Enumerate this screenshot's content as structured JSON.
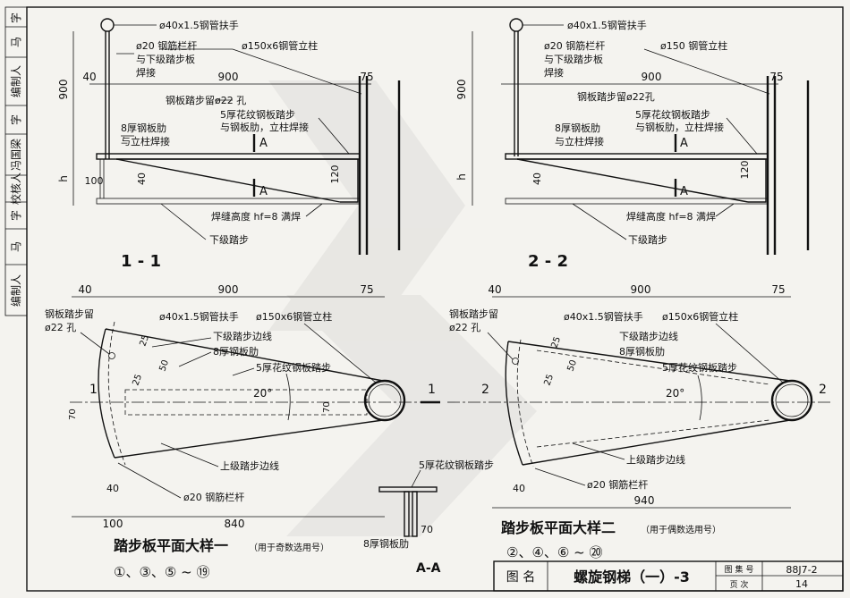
{
  "side_strip": [
    "字",
    "马",
    "编制人",
    "字",
    "冯国梁",
    "校核人",
    "字",
    "马",
    "编制人"
  ],
  "labels": {
    "handrail": "ø40x1.5钢管扶手",
    "baluster_l1": "ø20 钢筋栏杆",
    "baluster_l2": "与下级踏步板",
    "baluster_l3": "焊接",
    "column_a": "ø150x6钢管立柱",
    "column_b": "ø150 钢管立柱",
    "hole_a": "钢板踏步留ø22 孔",
    "hole_b": "钢板踏步留ø22孔",
    "rib_l1": "8厚钢板肋",
    "rib_l2": "与立柱焊接",
    "tread_l1": "5厚花纹钢板踏步",
    "tread_l2": "与钢板肋，立柱焊接",
    "weld": "焊缝高度 hf=8 满焊",
    "lower_step": "下级踏步",
    "section_A": "A",
    "dim_900": "900",
    "dim_75": "75",
    "dim_40": "40",
    "dim_h": "h",
    "dim_100": "100",
    "dim_120": "120",
    "sec1": "1 - 1",
    "sec2": "2 - 2",
    "plan_hole_l1": "钢板踏步留",
    "plan_hole_l2": "ø22 孔",
    "plan_handrail": "ø40x1.5钢管扶手",
    "plan_column": "ø150x6钢管立柱",
    "plan_lower_edge": "下级踏步边线",
    "plan_rib": "8厚钢板肋",
    "plan_tread": "5厚花纹钢板踏步",
    "plan_upper_edge": "上级踏步边线",
    "plan_baluster": "ø20 钢筋栏杆",
    "angle": "20°",
    "dim_25": "25",
    "dim_50": "50",
    "dim_70": "70",
    "dim_840": "840",
    "dim_940": "940",
    "cut_1": "1",
    "cut_2": "2",
    "aa_tread": "5厚花纹钢板踏步",
    "aa_rib": "8厚钢板肋",
    "aa_title": "A-A",
    "plan1_title": "踏步板平面大样一",
    "plan1_note": "（用于奇数选用号）",
    "plan1_nums": "①、③、⑤ ~ ⑲",
    "plan2_title": "踏步板平面大样二",
    "plan2_note": "（用于偶数选用号）",
    "plan2_nums": "②、④、⑥ ~ ⑳"
  },
  "title_block": {
    "label": "图 名",
    "name": "螺旋钢梯（一）-3",
    "atlas_label": "图 集 号",
    "atlas_value": "88J7-2",
    "page_label": "页    次",
    "page_value": "14"
  }
}
